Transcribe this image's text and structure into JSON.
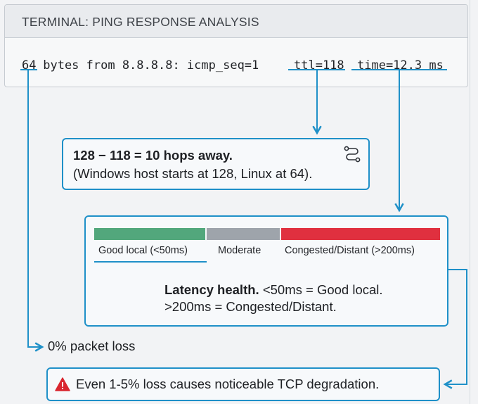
{
  "terminal": {
    "title": "TERMINAL: PING RESPONSE ANALYSIS",
    "line": {
      "bytes": "64",
      "from": " bytes from 8.8.8.8: icmp_seq=1 ",
      "ttl": "ttl=118",
      "time": "time=12.3 ms"
    }
  },
  "hops_callout": {
    "bold": "128 − 118 = 10 hops away.",
    "detail": "(Windows host starts at 128, Linux at 64).",
    "icon": "route-icon"
  },
  "latency_callout": {
    "segments": [
      {
        "label": "Good local (<50ms)",
        "color": "#52a77c"
      },
      {
        "label": "Moderate",
        "color": "#9ea4ab"
      },
      {
        "label": "Congested/Distant (>200ms)",
        "color": "#e0303f"
      }
    ],
    "bold": "Latency health.",
    "line1": " <50ms = Good local.",
    "line2": ">200ms = Congested/Distant."
  },
  "packet_loss": {
    "label": "0% packet loss"
  },
  "warning": {
    "text": "Even 1-5% loss causes noticeable TCP degradation.",
    "icon": "warning-icon"
  },
  "colors": {
    "accent": "#1f90c8",
    "good": "#52a77c",
    "moderate": "#9ea4ab",
    "congested": "#e0303f",
    "warning": "#d9262f"
  }
}
